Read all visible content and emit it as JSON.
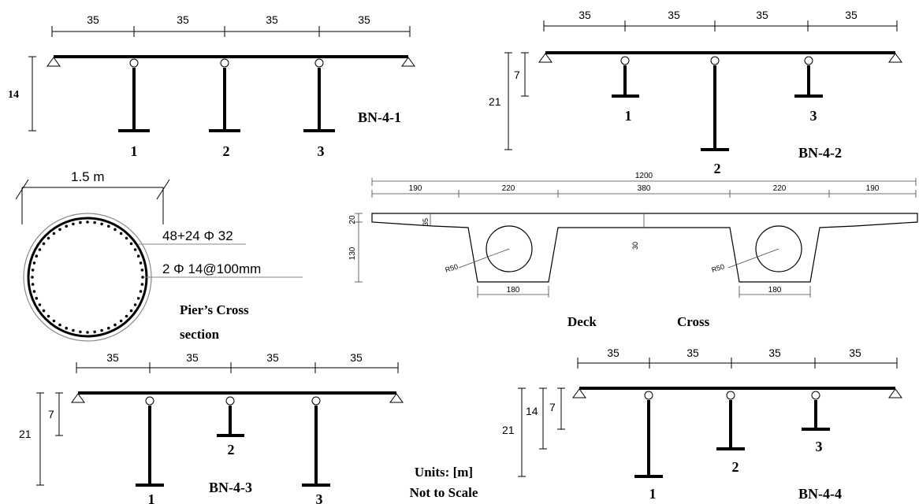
{
  "bridges": {
    "bn41": {
      "label": "BN-4-1",
      "spans": [
        "35",
        "35",
        "35",
        "35"
      ],
      "height": "14",
      "piers": [
        "1",
        "2",
        "3"
      ]
    },
    "bn42": {
      "label": "BN-4-2",
      "spans": [
        "35",
        "35",
        "35",
        "35"
      ],
      "height_outer": "21",
      "height_inner": "7",
      "piers": [
        "1",
        "2",
        "3"
      ]
    },
    "bn43": {
      "label": "BN-4-3",
      "spans": [
        "35",
        "35",
        "35",
        "35"
      ],
      "height_outer": "21",
      "height_inner": "7",
      "piers": [
        "1",
        "2",
        "3"
      ]
    },
    "bn44": {
      "label": "BN-4-4",
      "spans": [
        "35",
        "35",
        "35",
        "35"
      ],
      "height_outer": "21",
      "height_mid": "14",
      "height_inner": "7",
      "piers": [
        "1",
        "2",
        "3"
      ]
    }
  },
  "pier_section": {
    "diameter": "1.5 m",
    "long_rebar": "48+24 Φ 32",
    "tie_rebar": "2 Φ 14@100mm",
    "caption_line1": "Pier’s  Cross",
    "caption_line2": "section"
  },
  "deck_section": {
    "total_width": "1200",
    "widths": [
      "190",
      "220",
      "380",
      "220",
      "190"
    ],
    "flange_depth": "20",
    "web_depth": "130",
    "haunch": "35",
    "slab": "30",
    "void_left": "R50",
    "void_right": "R50",
    "bottom_left": "180",
    "bottom_right": "180",
    "caption_a": "Deck",
    "caption_b": "Cross"
  },
  "notes": {
    "units": "Units: [m]",
    "scale": "Not to Scale"
  }
}
